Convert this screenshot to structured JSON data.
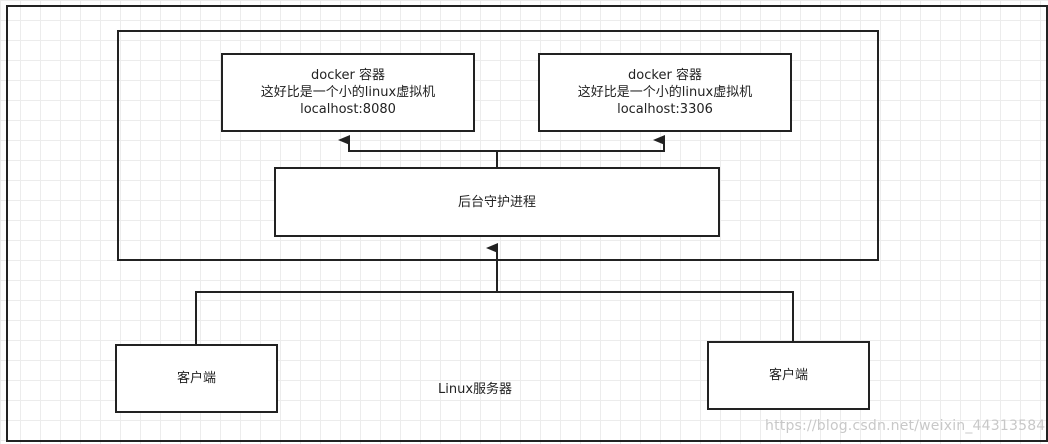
{
  "diagram": {
    "server_label": "Linux服务器",
    "containers": [
      {
        "title": "docker 容器",
        "description": "这好比是一个小的linux虚拟机",
        "address": "localhost:8080"
      },
      {
        "title": "docker 容器",
        "description": "这好比是一个小的linux虚拟机",
        "address": "localhost:3306"
      }
    ],
    "daemon": {
      "label": "后台守护进程"
    },
    "clients": [
      {
        "label": "客户端"
      },
      {
        "label": "客户端"
      }
    ]
  },
  "watermark": "https://blog.csdn.net/weixin_44313584",
  "colors": {
    "line": "#222222",
    "grid": "#ececec",
    "watermark": "#c8c8c8"
  }
}
